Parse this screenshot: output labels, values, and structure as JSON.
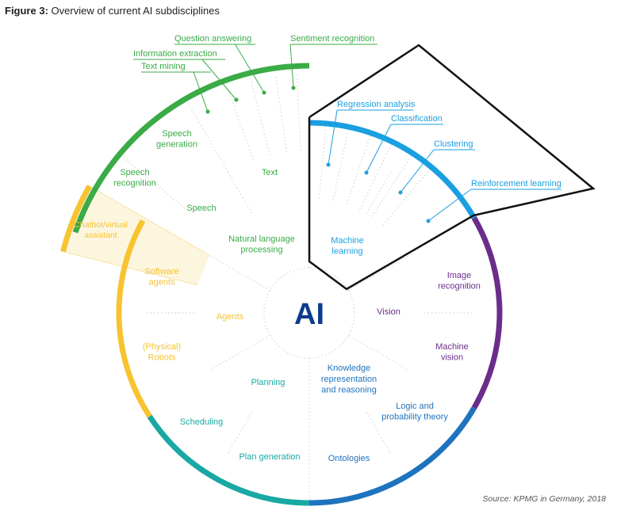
{
  "figure": {
    "label": "Figure 3:",
    "title": "Overview of current AI subdisciplines"
  },
  "source": "Source: KPMG in Germany, 2018",
  "center": {
    "label": "AI"
  },
  "colors": {
    "language": "#3aab47",
    "agents": "#f7c331",
    "planning": "#19a8a3",
    "knowledge": "#1e73be",
    "vision": "#6b2d8b",
    "ml": "#1a9fe0",
    "center": "#0c3c8c",
    "dotted": "#cfd8d4",
    "callout": "#111111"
  },
  "diagram": {
    "inner_ring": {
      "nlp": "Natural language processing",
      "ml": "Machine learning",
      "vision": "Vision",
      "krr": "Knowledge representation and reasoning",
      "planning": "Planning",
      "agents": "Agents"
    },
    "middle_ring": {
      "text": "Text",
      "speech": "Speech",
      "software_agents": "Software agents",
      "robots": "(Physical) Robots",
      "image_recognition": "Image recognition",
      "machine_vision": "Machine vision",
      "logic": "Logic and probability theory",
      "ontologies": "Ontologies",
      "plan_generation": "Plan generation",
      "scheduling": "Scheduling"
    },
    "outer_labels": {
      "speech_generation": "Speech generation",
      "speech_recognition": "Speech recognition",
      "chatbot": "Chatbot/virtual assistant"
    },
    "text_callouts": [
      "Text mining",
      "Information extraction",
      "Question answering",
      "Sentiment recognition"
    ],
    "ml_callouts": [
      "Regression analysis",
      "Classification",
      "Clustering",
      "Reinforcement learning"
    ]
  }
}
